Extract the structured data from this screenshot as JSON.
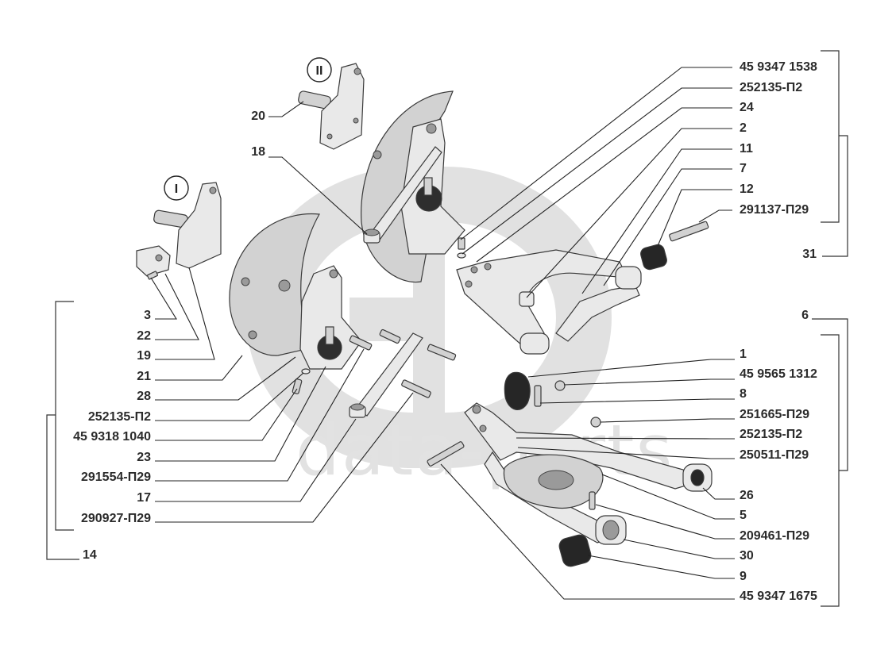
{
  "diagram": {
    "type": "exploded-parts-diagram",
    "watermark": {
      "text": "data-parts"
    },
    "variants": [
      {
        "id": "variant-II",
        "label": "II"
      },
      {
        "id": "variant-I",
        "label": "I"
      }
    ],
    "callouts_top_right": [
      {
        "label": "45 9347 1538",
        "part": "bolt"
      },
      {
        "label": "252135-П2",
        "part": "washer"
      },
      {
        "label": "24",
        "part": "upper-arm-pin-hole"
      },
      {
        "label": "2",
        "part": "bushing"
      },
      {
        "label": "11",
        "part": "upper-arm-axle"
      },
      {
        "label": "7",
        "part": "upper-arm"
      },
      {
        "label": "12",
        "part": "rubber-bushing"
      },
      {
        "label": "291137-П29",
        "part": "long-bolt"
      }
    ],
    "group_top_right": {
      "label": "31"
    },
    "callouts_bottom_right": [
      {
        "label": "1",
        "part": "rubber-buffer"
      },
      {
        "label": "45 9565 1312",
        "part": "nut"
      },
      {
        "label": "8",
        "part": "pin"
      },
      {
        "label": "251665-П29",
        "part": "nut"
      },
      {
        "label": "252135-П2",
        "part": "washer"
      },
      {
        "label": "250511-П29",
        "part": "nut"
      },
      {
        "label": "26",
        "part": "lower-arm-bushing"
      },
      {
        "label": "5",
        "part": "spring-seat"
      },
      {
        "label": "209461-П29",
        "part": "bolt"
      },
      {
        "label": "30",
        "part": "lower-arm-eye"
      },
      {
        "label": "9",
        "part": "rubber-bushing"
      },
      {
        "label": "45 9347 1675",
        "part": "long-bolt"
      }
    ],
    "group_bottom_right": {
      "label": "6"
    },
    "callouts_left": [
      {
        "label": "3",
        "part": "bolt"
      },
      {
        "label": "22",
        "part": "spacer"
      },
      {
        "label": "19",
        "part": "steering-knuckle-pin"
      },
      {
        "label": "21",
        "part": "brake-shield"
      },
      {
        "label": "28",
        "part": "knuckle-housing"
      },
      {
        "label": "252135-П2",
        "part": "washer"
      },
      {
        "label": "45 9318 1040",
        "part": "bolt"
      },
      {
        "label": "23",
        "part": "ball-joint"
      },
      {
        "label": "291554-П29",
        "part": "bolt"
      },
      {
        "label": "17",
        "part": "steering-arm"
      },
      {
        "label": "290927-П29",
        "part": "bolt"
      }
    ],
    "group_left": {
      "label": "14"
    },
    "callouts_top_left": [
      {
        "label": "20",
        "part": "steering-knuckle-pin-variant-II"
      },
      {
        "label": "18",
        "part": "steering-arm-bushing"
      }
    ]
  }
}
